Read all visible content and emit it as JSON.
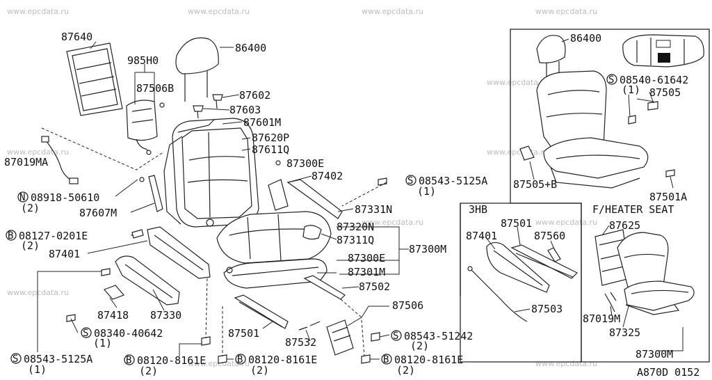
{
  "watermark": "www.epcdata.ru",
  "footer_code": "A870D 0152",
  "labels": {
    "p87640": "87640",
    "p985H0": "985H0",
    "p87506B": "87506B",
    "p86400": "86400",
    "p87602": "87602",
    "p87603": "87603",
    "p87601M": "87601M",
    "p87620P": "87620P",
    "p87611Q": "87611Q",
    "p87300E_a": "87300E",
    "p87402": "87402",
    "p87019MA": "87019MA",
    "p08918": "08918-50610",
    "p08918_qty": "(2)",
    "p87607M": "87607M",
    "p08543_a": "08543-5125A",
    "p08543_a_qty": "(1)",
    "p87331N": "87331N",
    "p08127": "08127-0201E",
    "p08127_qty": "(2)",
    "p87320N": "87320N",
    "p87311Q": "87311Q",
    "p87300M": "87300M",
    "p87401": "87401",
    "p87300E_b": "87300E",
    "p87301M": "87301M",
    "p87502": "87502",
    "p87418": "87418",
    "p87330": "87330",
    "p87506": "87506",
    "p08340": "08340-40642",
    "p08340_qty": "(1)",
    "p87501": "87501",
    "p87532": "87532",
    "p08543_b": "08543-51242",
    "p08543_b_qty": "(2)",
    "p08543_c": "08543-5125A",
    "p08543_c_qty": "(1)",
    "p08120_a": "08120-8161E",
    "p08120_a_qty": "(2)",
    "p08120_b": "08120-8161E",
    "p08120_b_qty": "(2)",
    "p08120_c": "08120-8161E",
    "p08120_c_qty": "(2)"
  },
  "inset_top": {
    "p86400": "86400",
    "p08540": "08540-61642",
    "p08540_qty": "(1)",
    "p87505": "87505",
    "p87505B": "87505+B",
    "p87501A": "87501A"
  },
  "inset_3hb": {
    "title": "3HB",
    "p87401": "87401",
    "p87501": "87501",
    "p87560": "87560",
    "p87503": "87503"
  },
  "inset_heater": {
    "title": "F/HEATER SEAT",
    "p87625": "87625",
    "p87019M": "87019M",
    "p87325": "87325",
    "p87300M": "87300M"
  },
  "symbols": {
    "S": "S",
    "N": "N",
    "B": "B"
  }
}
